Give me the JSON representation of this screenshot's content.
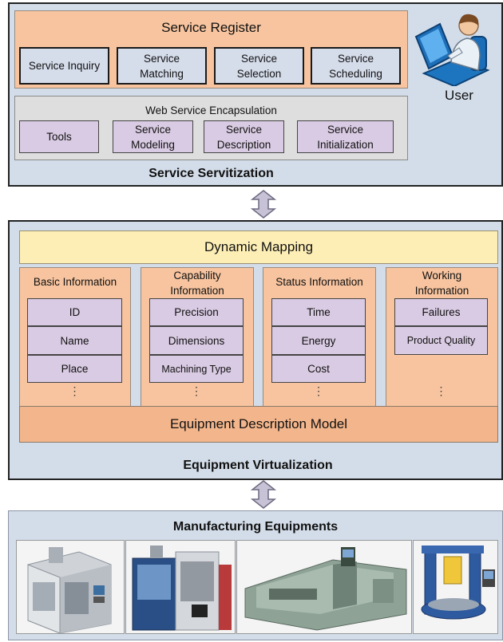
{
  "servitization": {
    "title": "Service Servitization",
    "register": {
      "title": "Service Register",
      "items": [
        "Service Inquiry",
        "Service Matching",
        "Service Selection",
        "Service Scheduling"
      ]
    },
    "encapsulation": {
      "title": "Web Service Encapsulation",
      "items": [
        "Tools",
        "Service Modeling",
        "Service Description",
        "Service Initialization"
      ]
    },
    "user": {
      "label": "User",
      "icon": "user-at-computer-icon"
    }
  },
  "virtualization": {
    "title": "Equipment Virtualization",
    "dynamic_mapping": "Dynamic Mapping",
    "model": "Equipment Description Model",
    "columns": [
      {
        "title": "Basic Information",
        "cells": [
          "ID",
          "Name",
          "Place"
        ],
        "dots": "⋮"
      },
      {
        "title": "Capability Information",
        "cells": [
          "Precision",
          "Dimensions",
          "Machining Type"
        ],
        "dots": "⋮"
      },
      {
        "title": "Status Information",
        "cells": [
          "Time",
          "Energy",
          "Cost"
        ],
        "dots": "⋮"
      },
      {
        "title": "Working Information",
        "cells": [
          "Failures",
          "Product Quality"
        ],
        "dots": "⋮"
      }
    ]
  },
  "manufacturing": {
    "title": "Manufacturing Equipments",
    "photos": [
      "machining-center-image",
      "horizontal-machining-center-image",
      "lathe-image",
      "vertical-lathe-image"
    ]
  },
  "colors": {
    "panel": "#d3dde9",
    "orange": "#f7c49f",
    "purple": "#d9cbe3",
    "yellow": "#fdeeb5",
    "arrow": "#c8c2d6"
  }
}
